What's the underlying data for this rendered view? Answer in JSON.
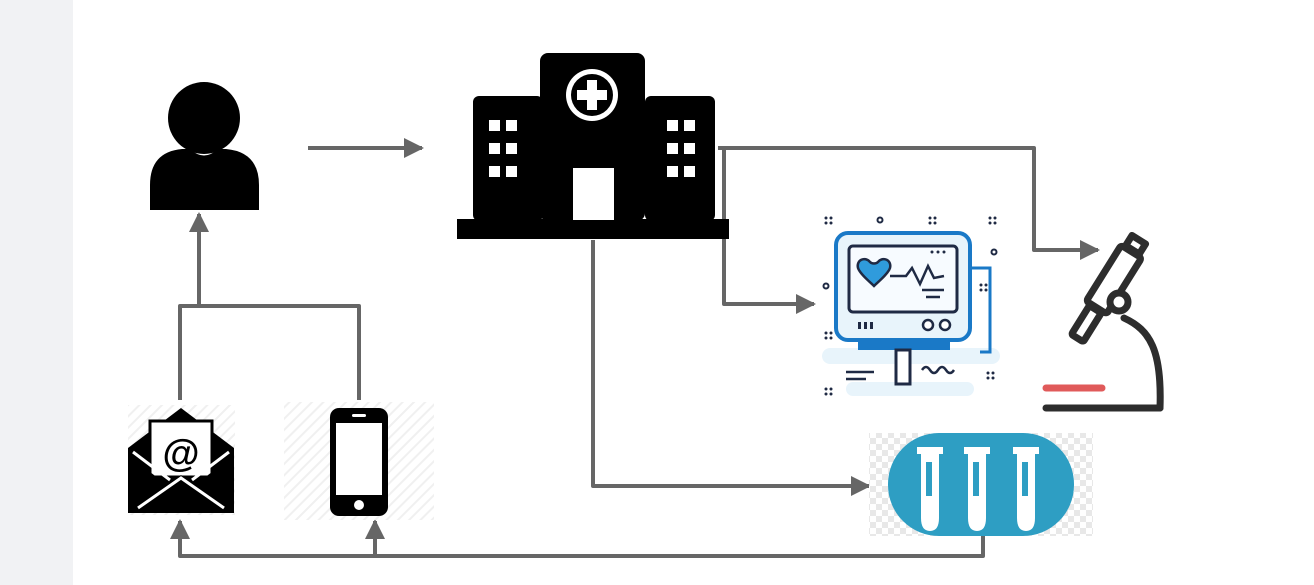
{
  "diagram": {
    "email_icon_text": "@",
    "colors": {
      "connector": "#666666",
      "icon_fill": "#000000",
      "monitor_blue": "#1a79c7",
      "monitor_light": "#e8f4fb",
      "monitor_screen": "#f7fbff",
      "heart_fill": "#2f9bdc",
      "tube_bg": "#2e9ec3",
      "red_bar": "#e05a5a",
      "checker": "#e8e8e8"
    },
    "nodes": [
      {
        "id": "patient",
        "icon": "person-icon"
      },
      {
        "id": "hospital",
        "icon": "hospital-icon"
      },
      {
        "id": "monitor",
        "icon": "heart-monitor-icon"
      },
      {
        "id": "microscope",
        "icon": "microscope-icon"
      },
      {
        "id": "test-tubes",
        "icon": "test-tubes-icon"
      },
      {
        "id": "email",
        "icon": "email-icon"
      },
      {
        "id": "phone",
        "icon": "smartphone-icon"
      }
    ]
  }
}
